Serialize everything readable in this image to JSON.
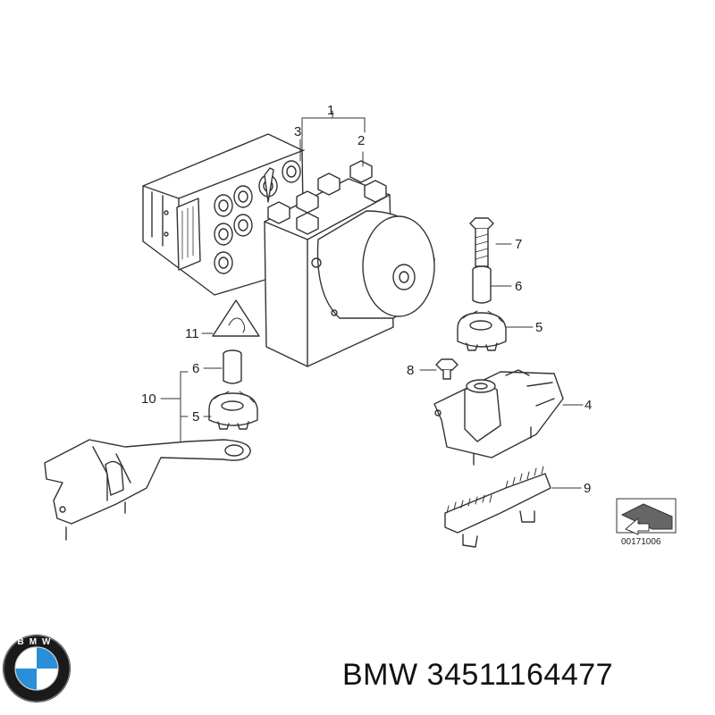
{
  "diagram": {
    "callouts": [
      "1",
      "2",
      "3",
      "4",
      "5",
      "5",
      "6",
      "6",
      "7",
      "8",
      "9",
      "10",
      "11"
    ],
    "reference_code": "00171006"
  },
  "logo": {
    "name": "bmw-roundel-logo",
    "text": "BMW",
    "colors": {
      "ring": "#1a1a1a",
      "blue": "#2a8fd8",
      "white": "#ffffff"
    }
  },
  "caption": {
    "brand": "BMW",
    "part_number": "34511164477"
  }
}
